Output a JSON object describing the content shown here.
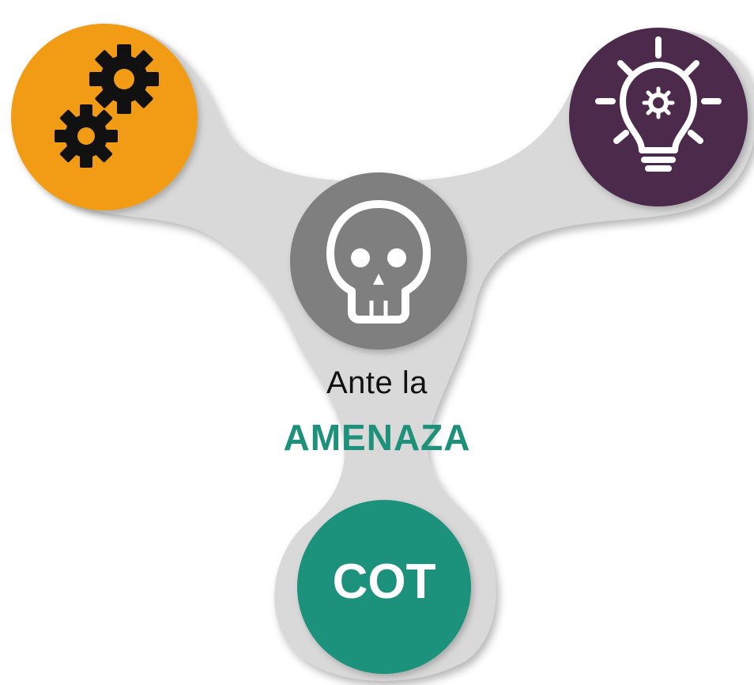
{
  "caption": {
    "line1": "Ante la",
    "line2": "AMENAZA"
  },
  "nodes": {
    "top_left": {
      "icon": "gears-icon",
      "color": "#f29c16"
    },
    "top_right": {
      "icon": "lightbulb-gear-icon",
      "color": "#4b2a4c"
    },
    "center": {
      "icon": "skull-icon",
      "color": "#7f7f7f"
    },
    "bottom": {
      "label": "COT",
      "color": "#1e917b"
    }
  },
  "colors": {
    "connector": "#d9d9d9",
    "accent_text": "#1e917b"
  }
}
